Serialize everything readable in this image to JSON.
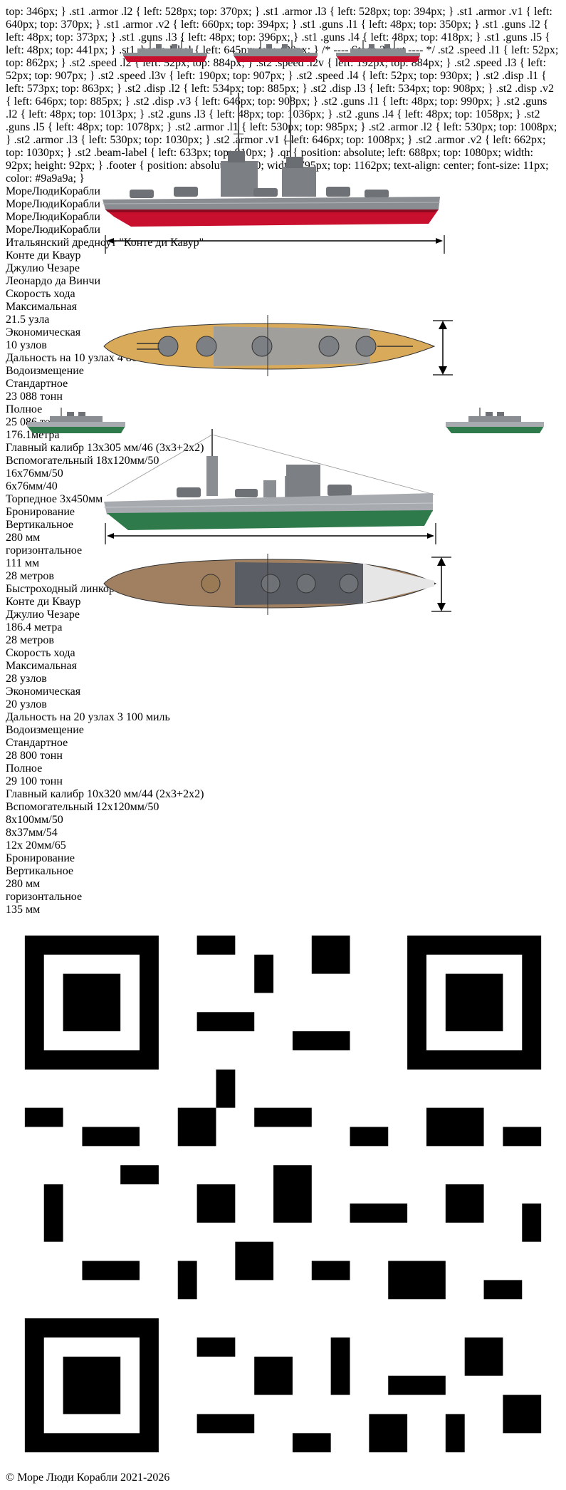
{
  "watermark": "МореЛюдиКорабли",
  "stage1": {
    "title": "Итальянский дредноут \"Конте ди Кавур\"",
    "sisters": [
      "Конте ди Кваур",
      "Джулио Чезаре",
      "Леонардо да Винчи"
    ],
    "speed": {
      "heading": "Скорость хода",
      "max_label": "Максимальная",
      "max_value": "21.5 узла",
      "eco_label": "Экономическая",
      "eco_value": "10 узлов",
      "range": "Дальность на 10 узлах 4 800 миль"
    },
    "displacement": {
      "heading": "Водоизмещение",
      "standard_label": "Стандартное",
      "standard_value": "23 088 тонн",
      "full_label": "Полное",
      "full_value": "25 086 тонн"
    },
    "length": "176.1метра",
    "armament": [
      "Главный калибр  13х305 мм/46 (3х3+2х2)",
      "Вспомогательный 18х120мм/50",
      "16х76мм/50",
      "6х76мм/40",
      "Торпедное 3х450мм"
    ],
    "armor": {
      "heading": "Бронирование",
      "vertical_label": "Вертикальное",
      "vertical_value": "280 мм",
      "horizontal_label": "горизонтальное",
      "horizontal_value": "111 мм"
    },
    "beam": "28 метров"
  },
  "stage2": {
    "title": "Быстроходный линкор \"Конте ди Кавур\"",
    "sisters": [
      "Конте ди Кваур",
      "Джулио Чезаре"
    ],
    "length": "186.4 метра",
    "beam": "28 метров",
    "speed": {
      "heading": "Скорость хода",
      "max_label": "Максимальная",
      "max_value": "28 узлов",
      "eco_label": "Экономическая",
      "eco_value": "20 узлов",
      "range": "Дальность на 20 узлах 3 100 миль"
    },
    "displacement": {
      "heading": "Водоизмещение",
      "standard_label": "Стандартное",
      "standard_value": "28 800 тонн",
      "full_label": "Полное",
      "full_value": "29 100 тонн"
    },
    "armament": [
      "Главный калибр  10х320 мм/44 (2х3+2х2)",
      "Вспомогательный 12х120мм/50",
      "8х100мм/50",
      "8х37мм/54",
      "12х 20мм/65"
    ],
    "armor": {
      "heading": "Бронирование",
      "vertical_label": "Вертикальное",
      "vertical_value": "280 мм",
      "horizontal_label": "горизонтальное",
      "horizontal_value": "135 мм"
    }
  },
  "footer": "© Море Люди Корабли  2021-2026",
  "colors": {
    "hull_grey": "#8a8d91",
    "waterline_red": "#c8102e",
    "hull_green": "#2f7a4a",
    "deck_tan": "#d9aa5a"
  }
}
